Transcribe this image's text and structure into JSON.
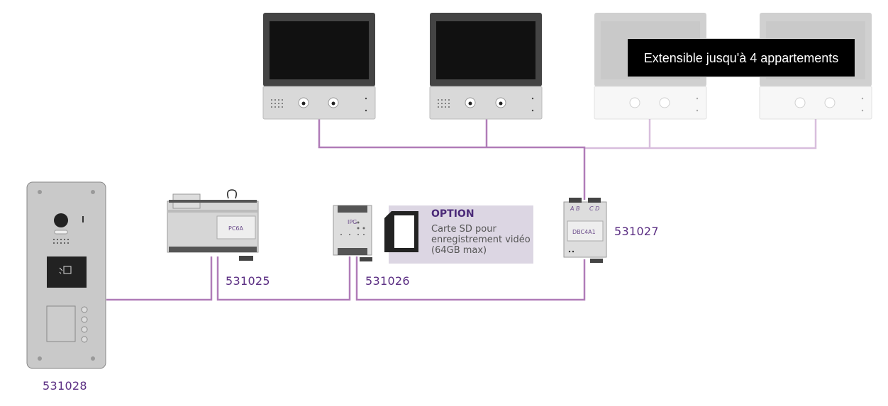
{
  "colors": {
    "wire": "#b07cb8",
    "wire_faded": "#d8bedd",
    "accent": "#5a2d82"
  },
  "callout": {
    "text": "Extensible jusqu'à 4 appartements"
  },
  "option": {
    "title": "OPTION",
    "body": "Carte SD pour enregistrement vidéo (64GB max)"
  },
  "devices": {
    "door_station": {
      "code": "531028",
      "icon": "door-station-icon"
    },
    "power_supply": {
      "code": "531025",
      "label": "PC6A",
      "icon": "power-supply-icon"
    },
    "ipg": {
      "code": "531026",
      "label": "IPG",
      "icon": "ip-gateway-icon"
    },
    "distributor": {
      "code": "531027",
      "label": "DBC4A1",
      "terminals_left": "A B",
      "terminals_right": "C D",
      "icon": "distributor-icon"
    },
    "monitors": [
      {
        "name": "monitor-1",
        "active": true
      },
      {
        "name": "monitor-2",
        "active": true
      },
      {
        "name": "monitor-3",
        "active": false
      },
      {
        "name": "monitor-4",
        "active": false
      }
    ],
    "sd_card": {
      "icon": "sd-card-icon"
    }
  }
}
